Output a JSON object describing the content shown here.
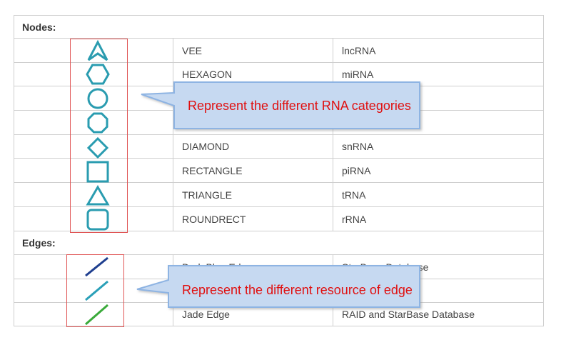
{
  "sections": {
    "nodes_label": "Nodes:",
    "edges_label": "Edges:"
  },
  "nodes": [
    {
      "shape": "VEE",
      "category": "lncRNA",
      "icon": "vee-icon"
    },
    {
      "shape": "HEXAGON",
      "category": "miRNA",
      "icon": "hexagon-icon"
    },
    {
      "shape": "",
      "category": "",
      "icon": "circle-icon"
    },
    {
      "shape": "",
      "category": "",
      "icon": "octagon-icon"
    },
    {
      "shape": "DIAMOND",
      "category": "snRNA",
      "icon": "diamond-icon"
    },
    {
      "shape": "RECTANGLE",
      "category": "piRNA",
      "icon": "rectangle-icon"
    },
    {
      "shape": "TRIANGLE",
      "category": "tRNA",
      "icon": "triangle-icon"
    },
    {
      "shape": "ROUNDRECT",
      "category": "rRNA",
      "icon": "roundrect-icon"
    }
  ],
  "edges": [
    {
      "name": "Dark Blue Edge",
      "source": "StarBase Database",
      "color": "#1f3f8f",
      "icon": "dark-blue-edge-icon"
    },
    {
      "name": "",
      "source": "",
      "color": "#2aa0b8",
      "icon": "teal-edge-icon"
    },
    {
      "name": "Jade Edge",
      "source": "RAID and StarBase Database",
      "color": "#3aaa3a",
      "icon": "jade-edge-icon"
    }
  ],
  "callouts": {
    "nodes": "Represent the different RNA categories",
    "edges": "Represent the different resource of edge"
  },
  "colors": {
    "shape_stroke": "#2a9cb0",
    "highlight_box": "#e05555",
    "callout_fill": "#c6d9f1",
    "callout_border": "#8eb4e3",
    "callout_text": "#e01010"
  }
}
